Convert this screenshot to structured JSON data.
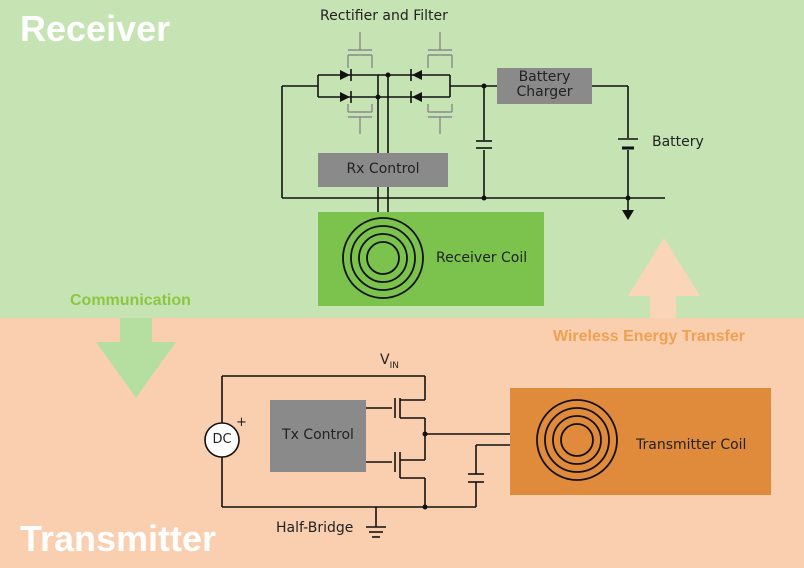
{
  "zones": {
    "receiver": "Receiver",
    "transmitter": "Transmitter"
  },
  "labels": {
    "rectifier_filter": "Rectifier and Filter",
    "battery_charger_line1": "Battery",
    "battery_charger_line2": "Charger",
    "battery": "Battery",
    "rx_control": "Rx Control",
    "receiver_coil": "Receiver Coil",
    "communication": "Communication",
    "wireless_energy": "Wireless Energy Transfer",
    "vin_main": "V",
    "vin_sub": "IN",
    "tx_control": "Tx  Control",
    "dc_source": "DC",
    "dc_plus": "+",
    "transmitter_coil": "Transmitter Coil",
    "half_bridge": "Half-Bridge"
  },
  "colors": {
    "receiver_bg": "#c6e3b4",
    "transmitter_bg": "#f9cfb0",
    "rx_coil_box": "#7cc34e",
    "tx_coil_box": "#e08a3c",
    "control_box": "#8a8a8a",
    "charger_box": "#8a8a8a",
    "arrow_down": "#b5dfa0",
    "arrow_up": "#fbd5b8"
  }
}
